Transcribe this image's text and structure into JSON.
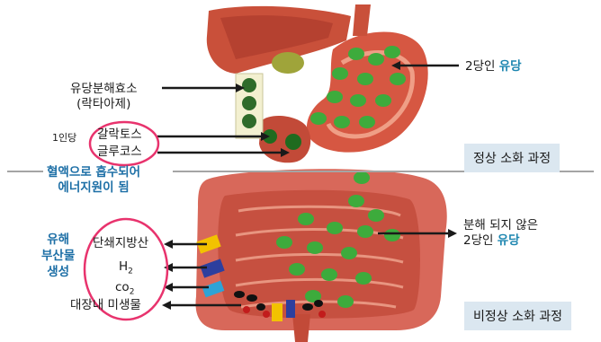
{
  "labels": {
    "enzyme_line1": "유당분해효소",
    "enzyme_line2": "(락타아제)",
    "monosaccharide_label": "1인당",
    "galactose": "갈락토스",
    "glucose": "글루코스",
    "absorbed_line1": "혈액으로 흡수되어",
    "absorbed_line2": "에너지원이 됨",
    "disaccharide_prefix": "2당인 ",
    "disaccharide_word": "유당",
    "undigested_line1": "분해 되지 않은",
    "undigested_prefix": "2당인 ",
    "undigested_word": "유당",
    "harmful_line1": "유해",
    "harmful_line2": "부산물",
    "harmful_line3": "생성",
    "scfa": "단쇄지방산",
    "h2": "H",
    "h2_sub": "2",
    "co2": "co",
    "co2_sub": "2",
    "microbes": "대장내 미생물"
  },
  "boxes": {
    "normal": "정상 소화 과정",
    "abnormal": "비정상 소화 과정"
  },
  "colors": {
    "accent_blue": "#1d6fa6",
    "circle_pink": "#e8336d",
    "box_bg": "#dbe7f0",
    "lactose_green": "#3dab3c",
    "enzyme_green": "#2f6b2a"
  }
}
